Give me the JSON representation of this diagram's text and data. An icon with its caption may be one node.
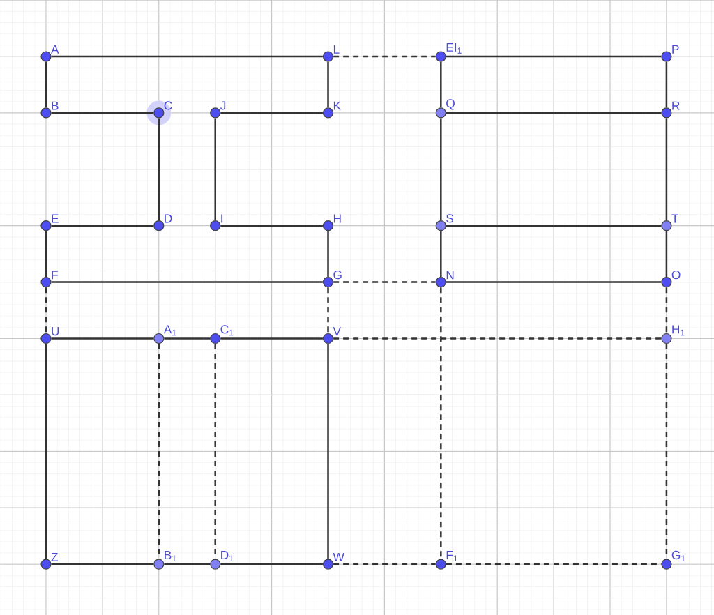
{
  "diagram": {
    "nodes": [
      {
        "text": [
          "A"
        ]
      },
      {
        "text": [
          "L"
        ]
      },
      {
        "text": [
          "EI$_{1}$"
        ]
      },
      {
        "text": [
          "P"
        ]
      },
      {
        "text": [
          "B"
        ]
      },
      {
        "text": [
          "C"
        ]
      },
      {
        "text": [
          "J"
        ]
      },
      {
        "text": [
          "K"
        ]
      },
      {
        "text": [
          "Q"
        ]
      },
      {
        "text": [
          "R"
        ]
      },
      {
        "text": [
          "E"
        ]
      },
      {
        "text": [
          "D"
        ]
      },
      {
        "text": [
          "I"
        ]
      },
      {
        "text": [
          "H"
        ]
      },
      {
        "text": [
          "S"
        ]
      },
      {
        "text": [
          "T"
        ]
      },
      {
        "text": [
          "F"
        ]
      },
      {
        "text": [
          "G"
        ]
      },
      {
        "text": [
          "N"
        ]
      },
      {
        "text": [
          "O"
        ]
      },
      {
        "text": [
          "U"
        ]
      },
      {
        "text": [
          "A$_{1}$"
        ]
      },
      {
        "text": [
          "C$_{1}$"
        ]
      },
      {
        "text": [
          "V"
        ]
      },
      {
        "text": [
          "H$_{1}$"
        ]
      },
      {
        "text": [
          "Z"
        ]
      },
      {
        "text": [
          "B$_{1}$"
        ]
      },
      {
        "text": [
          "D$_{1}$"
        ]
      },
      {
        "text": [
          "W"
        ]
      },
      {
        "text": [
          "F$_{1}$"
        ]
      },
      {
        "text": [
          "G$_{1}$"
        ]
      }
    ],
    "edges": [
      {
        "from": 0,
        "to": 1,
        "arrow": "none"
      },
      {
        "from": 1,
        "to": 7,
        "arrow": "none"
      },
      {
        "from": 7,
        "to": 6,
        "arrow": "none"
      },
      {
        "from": 6,
        "to": 12,
        "arrow": "none"
      },
      {
        "from": 12,
        "to": 13,
        "arrow": "none"
      },
      {
        "from": 13,
        "to": 17,
        "arrow": "none"
      },
      {
        "from": 17,
        "to": 16,
        "arrow": "none"
      },
      {
        "from": 16,
        "to": 10,
        "arrow": "none"
      },
      {
        "from": 10,
        "to": 11,
        "arrow": "none"
      },
      {
        "from": 11,
        "to": 5,
        "arrow": "none"
      },
      {
        "from": 5,
        "to": 4,
        "arrow": "none"
      },
      {
        "from": 4,
        "to": 0,
        "arrow": "none"
      },
      {
        "from": 2,
        "to": 3,
        "arrow": "none"
      },
      {
        "from": 3,
        "to": 9,
        "arrow": "none"
      },
      {
        "from": 9,
        "to": 15,
        "arrow": "none"
      },
      {
        "from": 15,
        "to": 19,
        "arrow": "none"
      },
      {
        "from": 2,
        "to": 8,
        "arrow": "none"
      },
      {
        "from": 8,
        "to": 14,
        "arrow": "none"
      },
      {
        "from": 14,
        "to": 18,
        "arrow": "none"
      },
      {
        "from": 8,
        "to": 9,
        "arrow": "none"
      },
      {
        "from": 14,
        "to": 15,
        "arrow": "none"
      },
      {
        "from": 18,
        "to": 19,
        "arrow": "none"
      },
      {
        "from": 20,
        "to": 21,
        "arrow": "none"
      },
      {
        "from": 21,
        "to": 22,
        "arrow": "none"
      },
      {
        "from": 22,
        "to": 23,
        "arrow": "none"
      },
      {
        "from": 20,
        "to": 25,
        "arrow": "none"
      },
      {
        "from": 23,
        "to": 28,
        "arrow": "none"
      },
      {
        "from": 25,
        "to": 26,
        "arrow": "none"
      },
      {
        "from": 26,
        "to": 27,
        "arrow": "none"
      },
      {
        "from": 27,
        "to": 28,
        "arrow": "none"
      },
      {
        "from": 1,
        "to": 2,
        "arrow": "none",
        "style": "dashed"
      },
      {
        "from": 17,
        "to": 18,
        "arrow": "none",
        "style": "dashed"
      },
      {
        "from": 16,
        "to": 20,
        "arrow": "none",
        "style": "dashed"
      },
      {
        "from": 17,
        "to": 23,
        "arrow": "none",
        "style": "dashed"
      },
      {
        "from": 21,
        "to": 26,
        "arrow": "none",
        "style": "dashed"
      },
      {
        "from": 22,
        "to": 27,
        "arrow": "none",
        "style": "dashed"
      },
      {
        "from": 23,
        "to": 24,
        "arrow": "none",
        "style": "dashed"
      },
      {
        "from": 28,
        "to": 29,
        "arrow": "none",
        "style": "dashed"
      },
      {
        "from": 29,
        "to": 30,
        "arrow": "none",
        "style": "dashed"
      },
      {
        "from": 18,
        "to": 29,
        "arrow": "none",
        "style": "dashed"
      },
      {
        "from": 19,
        "to": 24,
        "arrow": "none",
        "style": "dashed"
      },
      {
        "from": 24,
        "to": 30,
        "arrow": "none",
        "style": "dashed"
      }
    ]
  }
}
